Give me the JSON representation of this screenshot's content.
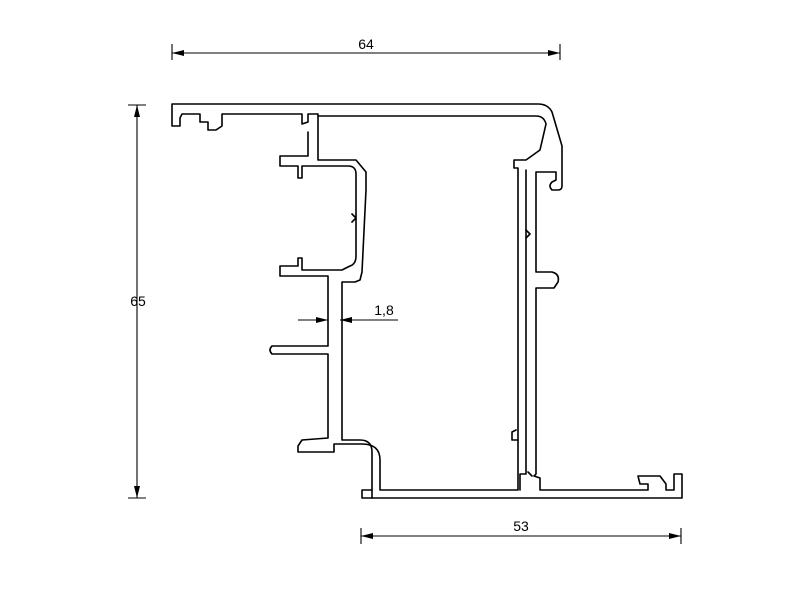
{
  "diagram": {
    "dimensions": {
      "top_width": "64",
      "height": "65",
      "bottom_width": "53",
      "wall_thickness": "1,8"
    },
    "colors": {
      "line": "#000000",
      "background": "#ffffff"
    }
  }
}
